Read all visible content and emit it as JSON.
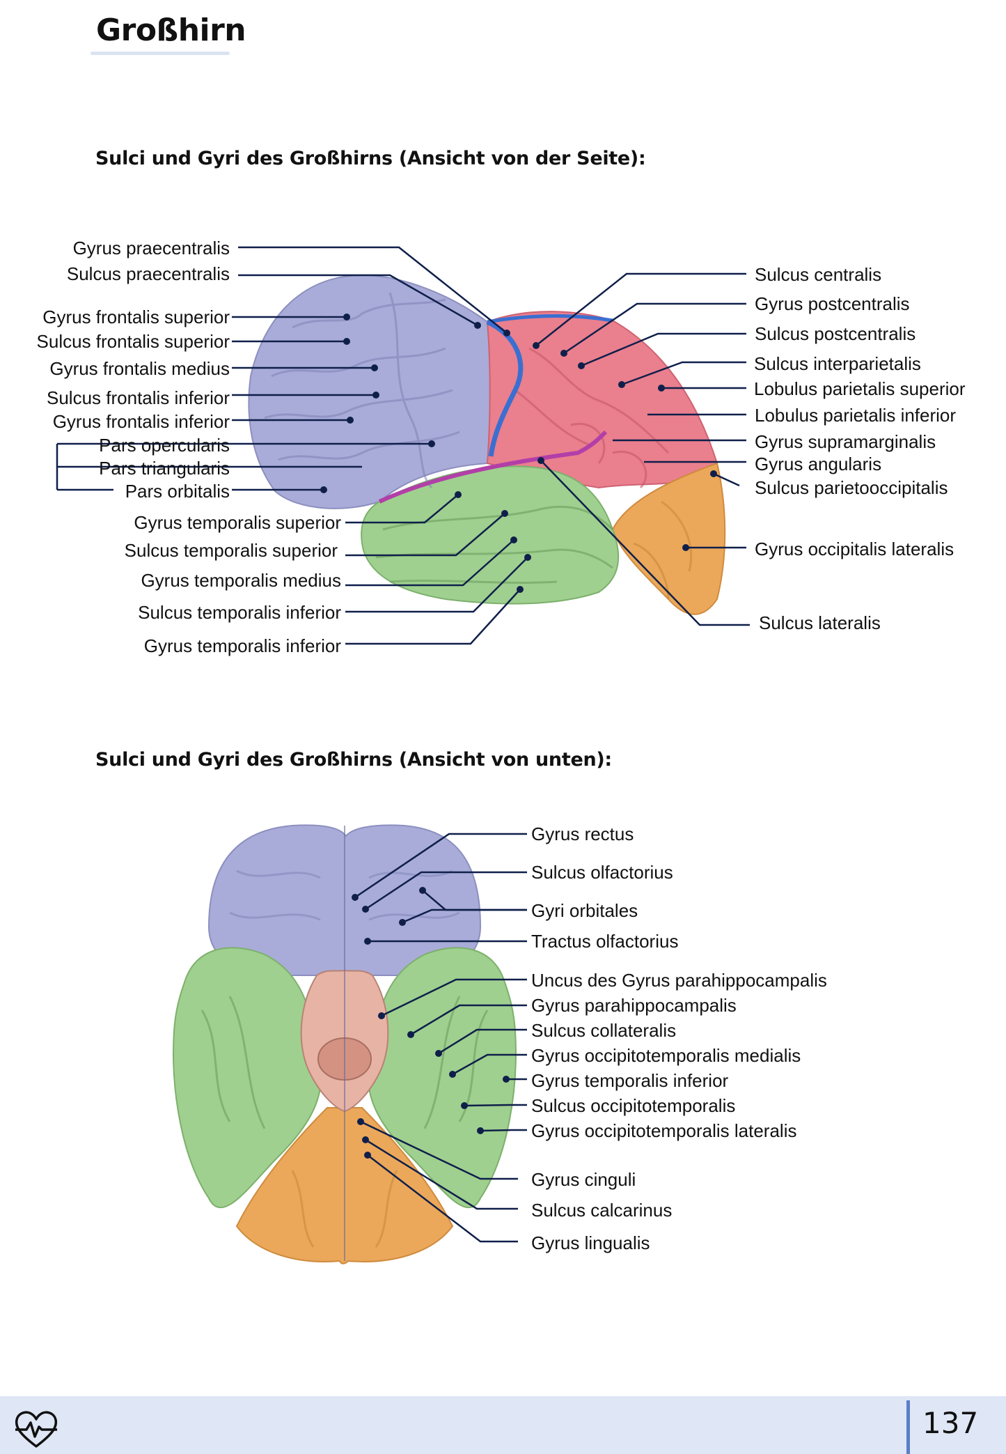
{
  "page": {
    "title": "Großhirn",
    "page_number": "137",
    "footer_icon": "heart-pulse-icon"
  },
  "sections": [
    {
      "heading": "Sulci und Gyri des Großhirns (Ansicht von der Seite):",
      "labels_left": [
        "Gyrus praecentralis",
        "Sulcus praecentralis",
        "Gyrus frontalis superior",
        "Sulcus frontalis superior",
        "Gyrus frontalis medius",
        "Sulcus frontalis inferior",
        "Gyrus frontalis inferior",
        "Pars opercularis",
        "Pars triangularis",
        "Pars orbitalis",
        "Gyrus temporalis superior",
        "Sulcus temporalis superior",
        "Gyrus temporalis medius",
        "Sulcus temporalis inferior",
        "Gyrus temporalis inferior"
      ],
      "labels_right": [
        "Sulcus centralis",
        "Gyrus postcentralis",
        "Sulcus postcentralis",
        "Sulcus interparietalis",
        "Lobulus parietalis superior",
        "Lobulus parietalis inferior",
        "Gyrus supramarginalis",
        "Gyrus angularis",
        "Sulcus parietooccipitalis",
        "Gyrus occipitalis lateralis",
        "Sulcus lateralis"
      ]
    },
    {
      "heading": "Sulci und Gyri des Großhirns (Ansicht von unten):",
      "labels_right": [
        "Gyrus rectus",
        "Sulcus olfactorius",
        "Gyri orbitales",
        "Tractus olfactorius",
        "Uncus des Gyrus parahippocampalis",
        "Gyrus parahippocampalis",
        "Sulcus collateralis",
        "Gyrus occipitotemporalis medialis",
        "Gyrus temporalis inferior",
        "Sulcus occipitotemporalis",
        "Gyrus occipitotemporalis lateralis",
        "Gyrus cinguli",
        "Sulcus calcarinus",
        "Gyrus lingualis"
      ]
    }
  ],
  "colors": {
    "frontal": "#a9acd8",
    "parietal": "#ea7f8e",
    "temporal": "#9fd08f",
    "occipital": "#eba85a",
    "sulcus_centralis": "#3a6fd1",
    "sulcus_lateralis": "#b23fa8",
    "leader_line": "#0f1f4a",
    "brainstem": "#e6b3a5",
    "footer_bg": "#dfe6f5",
    "footer_accent": "#5b7fc9"
  }
}
